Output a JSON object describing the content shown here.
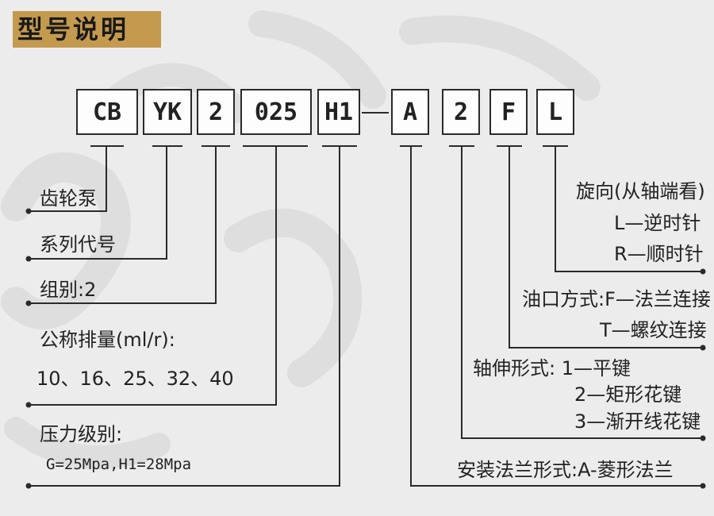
{
  "header": {
    "title": "型号说明"
  },
  "code": {
    "parts": [
      "CB",
      "YK",
      "2",
      "025",
      "H1",
      "A",
      "2",
      "F",
      "L"
    ]
  },
  "labels": {
    "pump": "齿轮泵",
    "series": "系列代号",
    "group": "组别:2",
    "displacement": "公称排量(ml/r):",
    "displacement_values": "10、16、25、32、40",
    "pressure": "压力级别:",
    "pressure_values": "G=25Mpa,H1=28Mpa",
    "rotation": "旋向(从轴端看)",
    "rotation_l": "L—逆时针",
    "rotation_r": "R—顺时针",
    "port": "油口方式:F—法兰连接",
    "port_t": "T—螺纹连接",
    "shaft": "轴伸形式: 1—平键",
    "shaft_2": "2—矩形花键",
    "shaft_3": "3—渐开线花键",
    "flange": "安装法兰形式:A-菱形法兰"
  },
  "colors": {
    "accent": "#c49a4f",
    "line": "#2a2a2a",
    "background": "#ececec"
  }
}
